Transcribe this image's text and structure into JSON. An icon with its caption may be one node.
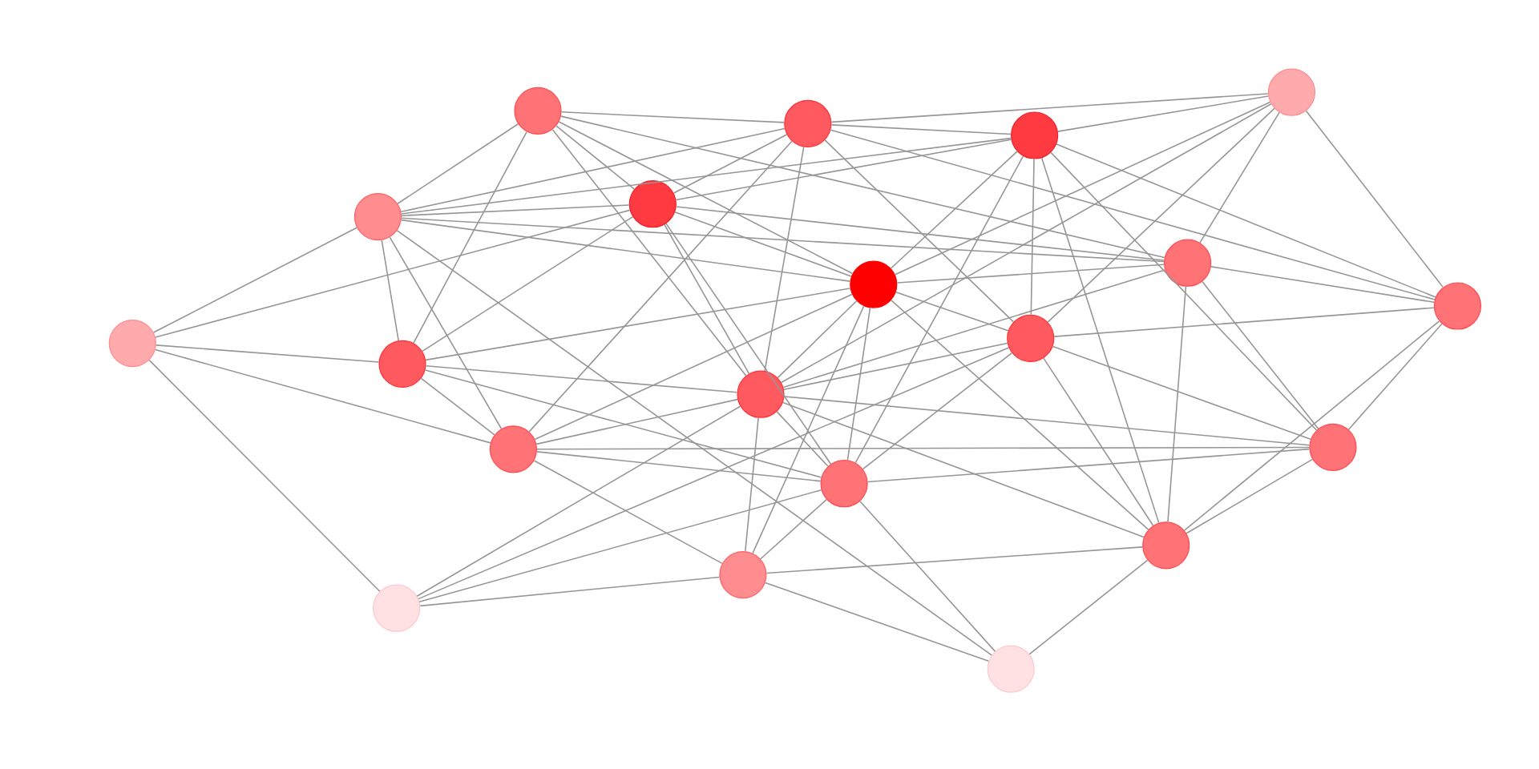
{
  "diagram": {
    "nodes": [
      {
        "text": [],
        "shape": "circle"
      },
      {
        "text": [],
        "shape": "circle"
      },
      {
        "text": [],
        "shape": "circle"
      },
      {
        "text": [],
        "shape": "circle"
      },
      {
        "text": [],
        "shape": "circle"
      },
      {
        "text": [],
        "shape": "circle"
      },
      {
        "text": [],
        "shape": "circle"
      },
      {
        "text": [],
        "shape": "circle"
      },
      {
        "text": [],
        "shape": "circle"
      },
      {
        "text": [],
        "shape": "circle"
      },
      {
        "text": [],
        "shape": "circle"
      },
      {
        "text": [],
        "shape": "circle"
      },
      {
        "text": [],
        "shape": "circle"
      },
      {
        "text": [],
        "shape": "circle"
      },
      {
        "text": [],
        "shape": "circle"
      },
      {
        "text": [],
        "shape": "circle"
      },
      {
        "text": [],
        "shape": "circle"
      },
      {
        "text": [],
        "shape": "circle"
      },
      {
        "text": [],
        "shape": "circle"
      },
      {
        "text": [],
        "shape": "circle"
      }
    ],
    "edges": [
      {
        "from": 0,
        "to": 1,
        "arrow": "none"
      },
      {
        "from": 0,
        "to": 4,
        "arrow": "none"
      },
      {
        "from": 0,
        "to": 5,
        "arrow": "none"
      },
      {
        "from": 0,
        "to": 6,
        "arrow": "none"
      },
      {
        "from": 0,
        "to": 7,
        "arrow": "none"
      },
      {
        "from": 0,
        "to": 10,
        "arrow": "none"
      },
      {
        "from": 0,
        "to": 12,
        "arrow": "none"
      },
      {
        "from": 1,
        "to": 2,
        "arrow": "none"
      },
      {
        "from": 1,
        "to": 3,
        "arrow": "none"
      },
      {
        "from": 1,
        "to": 4,
        "arrow": "none"
      },
      {
        "from": 1,
        "to": 5,
        "arrow": "none"
      },
      {
        "from": 1,
        "to": 8,
        "arrow": "none"
      },
      {
        "from": 1,
        "to": 11,
        "arrow": "none"
      },
      {
        "from": 1,
        "to": 12,
        "arrow": "none"
      },
      {
        "from": 1,
        "to": 13,
        "arrow": "none"
      },
      {
        "from": 2,
        "to": 3,
        "arrow": "none"
      },
      {
        "from": 2,
        "to": 4,
        "arrow": "none"
      },
      {
        "from": 2,
        "to": 5,
        "arrow": "none"
      },
      {
        "from": 2,
        "to": 6,
        "arrow": "none"
      },
      {
        "from": 2,
        "to": 8,
        "arrow": "none"
      },
      {
        "from": 2,
        "to": 11,
        "arrow": "none"
      },
      {
        "from": 2,
        "to": 14,
        "arrow": "none"
      },
      {
        "from": 2,
        "to": 15,
        "arrow": "none"
      },
      {
        "from": 2,
        "to": 16,
        "arrow": "none"
      },
      {
        "from": 3,
        "to": 6,
        "arrow": "none"
      },
      {
        "from": 3,
        "to": 7,
        "arrow": "none"
      },
      {
        "from": 3,
        "to": 8,
        "arrow": "none"
      },
      {
        "from": 3,
        "to": 11,
        "arrow": "none"
      },
      {
        "from": 3,
        "to": 12,
        "arrow": "none"
      },
      {
        "from": 4,
        "to": 5,
        "arrow": "none"
      },
      {
        "from": 4,
        "to": 6,
        "arrow": "none"
      },
      {
        "from": 4,
        "to": 7,
        "arrow": "none"
      },
      {
        "from": 4,
        "to": 9,
        "arrow": "none"
      },
      {
        "from": 4,
        "to": 10,
        "arrow": "none"
      },
      {
        "from": 4,
        "to": 13,
        "arrow": "none"
      },
      {
        "from": 4,
        "to": 19,
        "arrow": "none"
      },
      {
        "from": 5,
        "to": 6,
        "arrow": "none"
      },
      {
        "from": 5,
        "to": 7,
        "arrow": "none"
      },
      {
        "from": 5,
        "to": 9,
        "arrow": "none"
      },
      {
        "from": 5,
        "to": 10,
        "arrow": "none"
      },
      {
        "from": 5,
        "to": 12,
        "arrow": "none"
      },
      {
        "from": 5,
        "to": 15,
        "arrow": "none"
      },
      {
        "from": 6,
        "to": 7,
        "arrow": "none"
      },
      {
        "from": 6,
        "to": 10,
        "arrow": "none"
      },
      {
        "from": 6,
        "to": 11,
        "arrow": "none"
      },
      {
        "from": 6,
        "to": 12,
        "arrow": "none"
      },
      {
        "from": 6,
        "to": 13,
        "arrow": "none"
      },
      {
        "from": 6,
        "to": 15,
        "arrow": "none"
      },
      {
        "from": 6,
        "to": 16,
        "arrow": "none"
      },
      {
        "from": 6,
        "to": 17,
        "arrow": "none"
      },
      {
        "from": 7,
        "to": 8,
        "arrow": "none"
      },
      {
        "from": 7,
        "to": 12,
        "arrow": "none"
      },
      {
        "from": 7,
        "to": 14,
        "arrow": "none"
      },
      {
        "from": 7,
        "to": 16,
        "arrow": "none"
      },
      {
        "from": 8,
        "to": 11,
        "arrow": "none"
      },
      {
        "from": 8,
        "to": 14,
        "arrow": "none"
      },
      {
        "from": 8,
        "to": 16,
        "arrow": "none"
      },
      {
        "from": 9,
        "to": 10,
        "arrow": "none"
      },
      {
        "from": 9,
        "to": 13,
        "arrow": "none"
      },
      {
        "from": 9,
        "to": 18,
        "arrow": "none"
      },
      {
        "from": 10,
        "to": 12,
        "arrow": "none"
      },
      {
        "from": 10,
        "to": 13,
        "arrow": "none"
      },
      {
        "from": 10,
        "to": 15,
        "arrow": "none"
      },
      {
        "from": 11,
        "to": 12,
        "arrow": "none"
      },
      {
        "from": 11,
        "to": 14,
        "arrow": "none"
      },
      {
        "from": 11,
        "to": 15,
        "arrow": "none"
      },
      {
        "from": 11,
        "to": 16,
        "arrow": "none"
      },
      {
        "from": 11,
        "to": 18,
        "arrow": "none"
      },
      {
        "from": 12,
        "to": 13,
        "arrow": "none"
      },
      {
        "from": 12,
        "to": 14,
        "arrow": "none"
      },
      {
        "from": 12,
        "to": 15,
        "arrow": "none"
      },
      {
        "from": 12,
        "to": 16,
        "arrow": "none"
      },
      {
        "from": 12,
        "to": 17,
        "arrow": "none"
      },
      {
        "from": 12,
        "to": 18,
        "arrow": "none"
      },
      {
        "from": 13,
        "to": 14,
        "arrow": "none"
      },
      {
        "from": 13,
        "to": 15,
        "arrow": "none"
      },
      {
        "from": 13,
        "to": 17,
        "arrow": "none"
      },
      {
        "from": 14,
        "to": 15,
        "arrow": "none"
      },
      {
        "from": 14,
        "to": 16,
        "arrow": "none"
      },
      {
        "from": 15,
        "to": 17,
        "arrow": "none"
      },
      {
        "from": 15,
        "to": 18,
        "arrow": "none"
      },
      {
        "from": 15,
        "to": 19,
        "arrow": "none"
      },
      {
        "from": 16,
        "to": 17,
        "arrow": "none"
      },
      {
        "from": 16,
        "to": 19,
        "arrow": "none"
      },
      {
        "from": 17,
        "to": 18,
        "arrow": "none"
      },
      {
        "from": 17,
        "to": 19,
        "arrow": "none"
      }
    ]
  }
}
